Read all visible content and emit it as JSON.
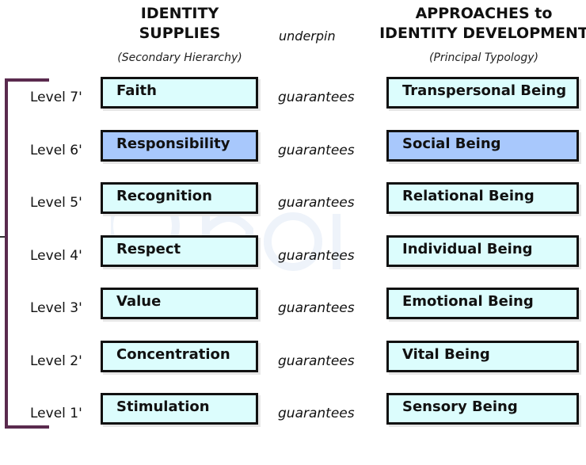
{
  "header": {
    "left_title_line1": "IDENTITY",
    "left_title_line2": "SUPPLIES",
    "left_subtitle": "(Secondary Hierarchy)",
    "middle": "underpin",
    "right_title_line1": "APPROACHES to",
    "right_title_line2": "IDENTITY DEVELOPMENT",
    "right_subtitle": "(Principal Typology)"
  },
  "colors": {
    "box_fill": "#dcfdfd",
    "highlight_fill": "#a8c8fc",
    "bracket": "#5a2a4e"
  },
  "rows": [
    {
      "level": "Level 7'",
      "supply": "Faith",
      "relation": "guarantees",
      "approach": "Transpersonal Being",
      "highlighted": false
    },
    {
      "level": "Level 6'",
      "supply": "Responsibility",
      "relation": "guarantees",
      "approach": "Social Being",
      "highlighted": true
    },
    {
      "level": "Level 5'",
      "supply": "Recognition",
      "relation": "guarantees",
      "approach": "Relational Being",
      "highlighted": false
    },
    {
      "level": "Level 4'",
      "supply": "Respect",
      "relation": "guarantees",
      "approach": "Individual Being",
      "highlighted": false
    },
    {
      "level": "Level 3'",
      "supply": "Value",
      "relation": "guarantees",
      "approach": "Emotional Being",
      "highlighted": false
    },
    {
      "level": "Level 2'",
      "supply": "Concentration",
      "relation": "guarantees",
      "approach": "Vital Being",
      "highlighted": false
    },
    {
      "level": "Level 1'",
      "supply": "Stimulation",
      "relation": "guarantees",
      "approach": "Sensory Being",
      "highlighted": false
    }
  ]
}
